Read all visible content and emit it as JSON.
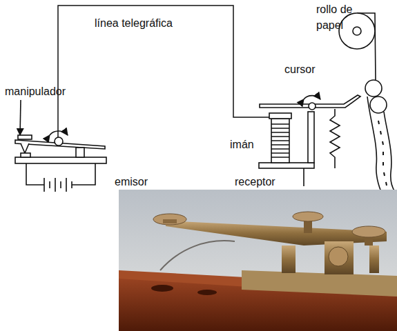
{
  "diagram": {
    "labels": [
      "rollo de papel",
      "línea telegráfica",
      "cursor",
      "manipulador",
      "imán",
      "emisor",
      "receptor"
    ]
  }
}
